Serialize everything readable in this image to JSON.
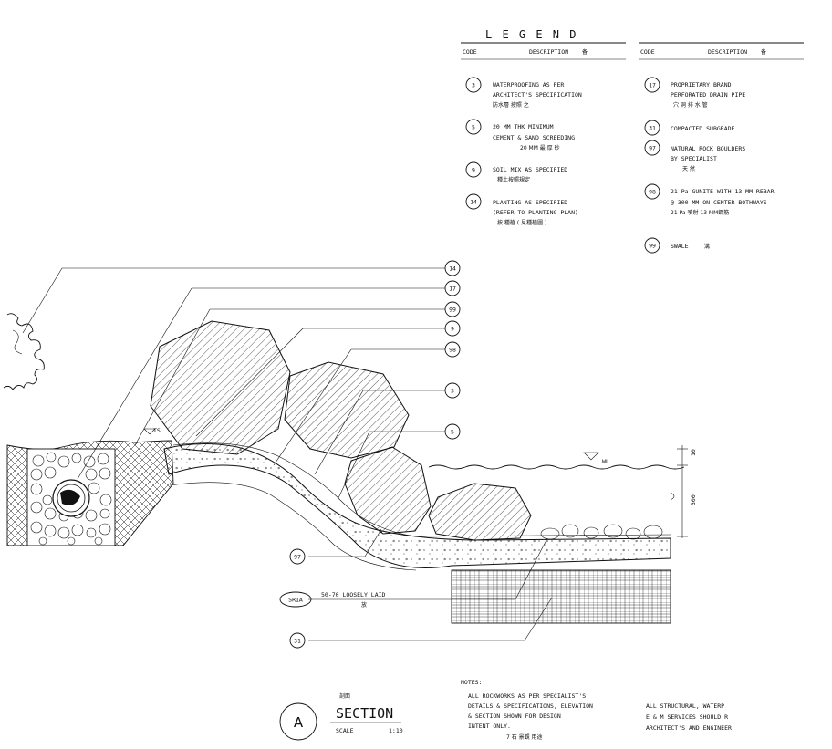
{
  "legend": {
    "title": "L E G E N D",
    "header_code": "CODE",
    "header_desc": "DESCRIPTION",
    "header_cn": "备",
    "left": [
      {
        "code": "3",
        "lines": [
          "WATERPROOFING AS PER",
          "ARCHITECT'S SPECIFICATION"
        ],
        "cn": "防水層 按照                之"
      },
      {
        "code": "5",
        "lines": [
          "20 MM THK MINIMUM",
          "CEMENT & SAND SCREEDING"
        ],
        "cn": "20 MM          最  厚   砂"
      },
      {
        "code": "9",
        "lines": [
          "SOIL MIX AS SPECIFIED"
        ],
        "cn": "種土按照規定"
      },
      {
        "code": "14",
        "lines": [
          "PLANTING AS SPECIFIED",
          "(REFER TO PLANTING PLAN)"
        ],
        "cn": "按   種植           ( 見種植圖 )"
      }
    ],
    "right": [
      {
        "code": "17",
        "lines": [
          "PROPRIETARY BRAND",
          "PERFORATED DRAIN PIPE"
        ],
        "cn": "穴  洞  排  水  管"
      },
      {
        "code": "31",
        "lines": [
          "COMPACTED SUBGRADE"
        ],
        "cn": ""
      },
      {
        "code": "97",
        "lines": [
          "NATURAL ROCK BOULDERS",
          "BY SPECIALIST"
        ],
        "cn": "天   然"
      },
      {
        "code": "98",
        "lines": [
          "21 Pa GUNITE WITH 13 MM REBAR",
          "@ 300 MM ON CENTER BOTHWAYS"
        ],
        "cn": "21 Pa    噴射     13 MM鋼筋"
      },
      {
        "code": "99",
        "lines": [
          "SWALE"
        ],
        "cn": "溝"
      }
    ]
  },
  "callouts": {
    "c14": "14",
    "c17": "17",
    "c99": "99",
    "c9": "9",
    "c98": "98",
    "c3": "3",
    "c5": "5",
    "c97": "97",
    "c31": "31"
  },
  "labels": {
    "ts": "TS",
    "wl": "WL",
    "dim_small": "10",
    "dim_300": "300",
    "sr1a": "SR1A",
    "loosely": "50-70 LOOSELY LAID",
    "loosely_cn": "放"
  },
  "notes": {
    "heading": "NOTES:",
    "left_lines": [
      "ALL ROCKWORKS AS PER SPECIALIST'S",
      "DETAILS & SPECIFICATIONS, ELEVATION",
      "& SECTION SHOWN FOR DESIGN",
      "INTENT ONLY."
    ],
    "left_cn": "7 石  景觀       用途",
    "right_lines": [
      "ALL STRUCTURAL, WATERP",
      "E & M SERVICES SHOULD R",
      "ARCHITECT'S AND ENGINEER"
    ]
  },
  "title_block": {
    "letter": "A",
    "cn": "剖面",
    "title": "SECTION",
    "scale_label": "SCALE",
    "scale_value": "1:10"
  }
}
